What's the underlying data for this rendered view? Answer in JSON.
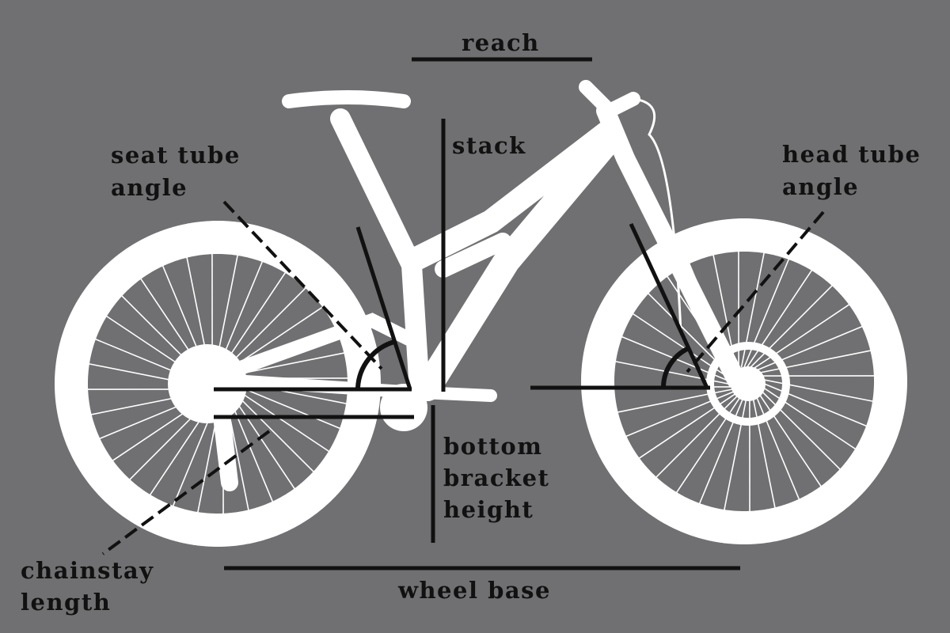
{
  "labels": {
    "reach": "reach",
    "stack": "stack",
    "seat_tube_angle": [
      "seat tube",
      "angle"
    ],
    "head_tube_angle": [
      "head tube",
      "angle"
    ],
    "bottom_bracket_height": [
      "bottom",
      "bracket",
      "height"
    ],
    "chainstay_length": [
      "chainstay",
      "length"
    ],
    "wheel_base": "wheel base"
  },
  "colors": {
    "background": "#706f71",
    "bike": "#ffffff",
    "measure_lines": "#111111"
  }
}
